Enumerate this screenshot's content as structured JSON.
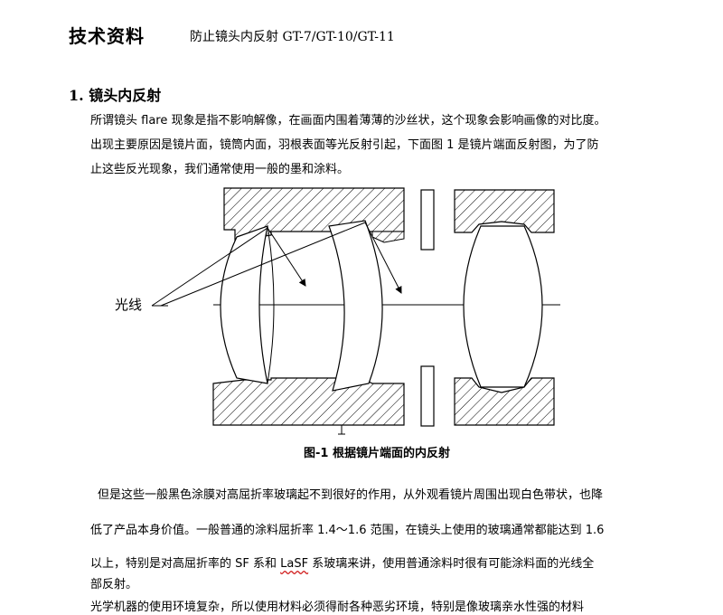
{
  "header": {
    "title": "技术资料",
    "subtitle": "防止镜头内反射 GT-7/GT-10/GT-11"
  },
  "section": {
    "heading": "1.  镜头内反射",
    "intro_lines": [
      "所谓镜头 flare 现象是指不影响解像，在画面内围着薄薄的沙丝状，这个现象会影响画像的对比度。",
      "出现主要原因是镜片面，镜筒内面，羽根表面等光反射引起，下面图 1 是镜片端面反射图，为了防",
      "止这些反光现象，我们通常使用一般的墨和涂料。"
    ]
  },
  "figure": {
    "light_label": "光线",
    "caption": "图-1  根据镜片端面的内反射"
  },
  "body_lines": {
    "l1": "但是这些一般黑色涂膜对高屈折率玻璃起不到很好的作用，从外观看镜片周围出现白色带状，也降",
    "l2": "低了产品本身价值。一般普通的涂料屈折率 1.4～1.6 范围，在镜头上使用的玻璃通常都能达到 1.6",
    "l3a": "以上，特别是对高屈折率的 SF 系和 ",
    "l3b": "LaSF",
    "l3c": " 系玻璃来讲，使用普通涂料时很有可能涂料面的光线全",
    "l4": "部反射。",
    "l5": "光学机器的使用环境复杂，所以使用材料必须得耐各种恶劣环境，特别是像玻璃亲水性强的材料"
  }
}
